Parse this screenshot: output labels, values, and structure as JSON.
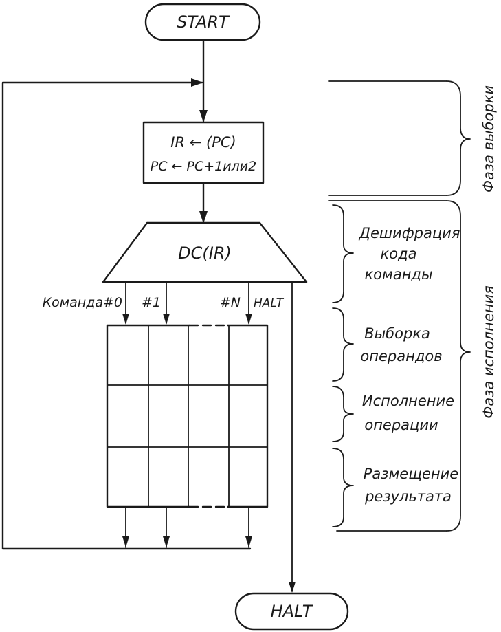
{
  "terminals": {
    "start": "START",
    "halt": "HALT"
  },
  "fetch_block": {
    "line1": "IR ← (PC)",
    "line2": "PC ← PC+1или2"
  },
  "decoder": {
    "label": "DC(IR)"
  },
  "branches": {
    "command0": "Команда#0",
    "command1": "#1",
    "commandN": "#N",
    "halt": "HALT"
  },
  "phases": {
    "fetch": "Фаза выборки",
    "execute": "Фаза исполнения"
  },
  "steps": [
    {
      "line1": "Дешифрация",
      "line2": "кода",
      "line3": "команды"
    },
    {
      "line1": "Выборка",
      "line2": "операндов"
    },
    {
      "line1": "Исполнение",
      "line2": "операции"
    },
    {
      "line1": "Размещение",
      "line2": "результата"
    }
  ]
}
